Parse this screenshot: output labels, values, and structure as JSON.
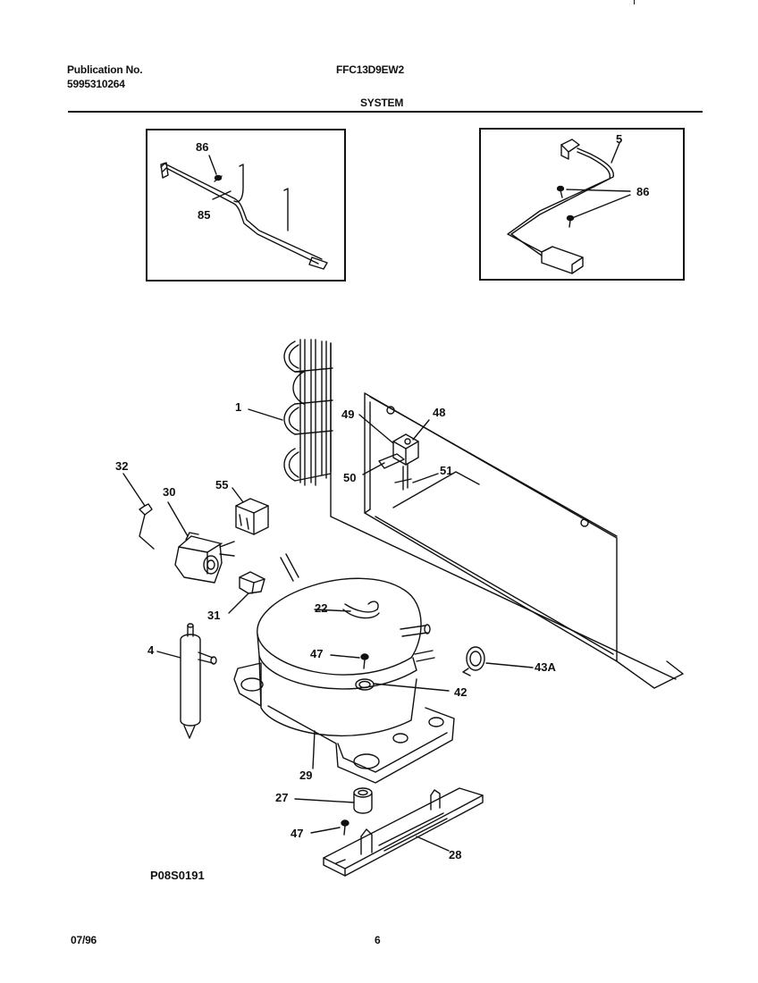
{
  "header": {
    "publication_label": "Publication No.",
    "publication_number": "5995310264",
    "model": "FFC13D9EW2",
    "section": "SYSTEM"
  },
  "inset_left": {
    "labels": {
      "screw": "86",
      "harness": "85"
    }
  },
  "inset_right": {
    "labels": {
      "harness": "5",
      "screws": "86"
    }
  },
  "main": {
    "labels": {
      "p1": "1",
      "p49": "49",
      "p48": "48",
      "p50": "50",
      "p51": "51",
      "p32": "32",
      "p30": "30",
      "p55": "55",
      "p31": "31",
      "p22": "22",
      "p4": "4",
      "p47a": "47",
      "p43a": "43A",
      "p42": "42",
      "p29": "29",
      "p27": "27",
      "p47b": "47",
      "p28": "28"
    }
  },
  "footer": {
    "figure_code": "P08S0191",
    "date": "07/96",
    "page": "6"
  }
}
